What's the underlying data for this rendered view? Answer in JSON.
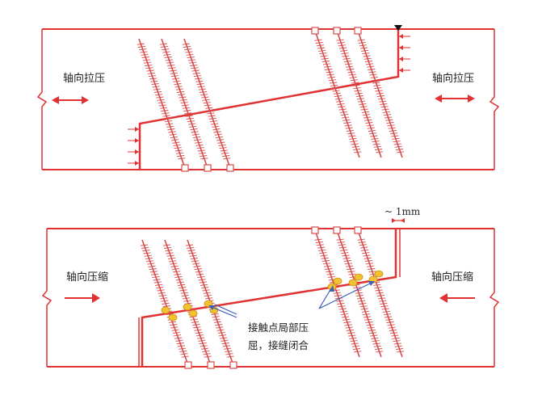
{
  "top_panel": {
    "left_label": "轴向拉压",
    "right_label": "轴向拉压",
    "left_arrow": "double-arrow-icon",
    "right_arrow": "double-arrow-icon"
  },
  "bottom_panel": {
    "left_label": "轴向压缩",
    "right_label": "轴向压缩",
    "left_arrow": "right-arrow-icon",
    "right_arrow": "left-arrow-icon",
    "gap_label": "~ 1mm",
    "contact_note_line1": "接触点局部压",
    "contact_note_line2": "屈，接缝闭合"
  },
  "colors": {
    "beam": "#e03232",
    "screw": "#d94a4a",
    "arrow": "#e03232",
    "contact": "#f2c230",
    "pointer": "#3e5fb6",
    "text": "#222222"
  }
}
